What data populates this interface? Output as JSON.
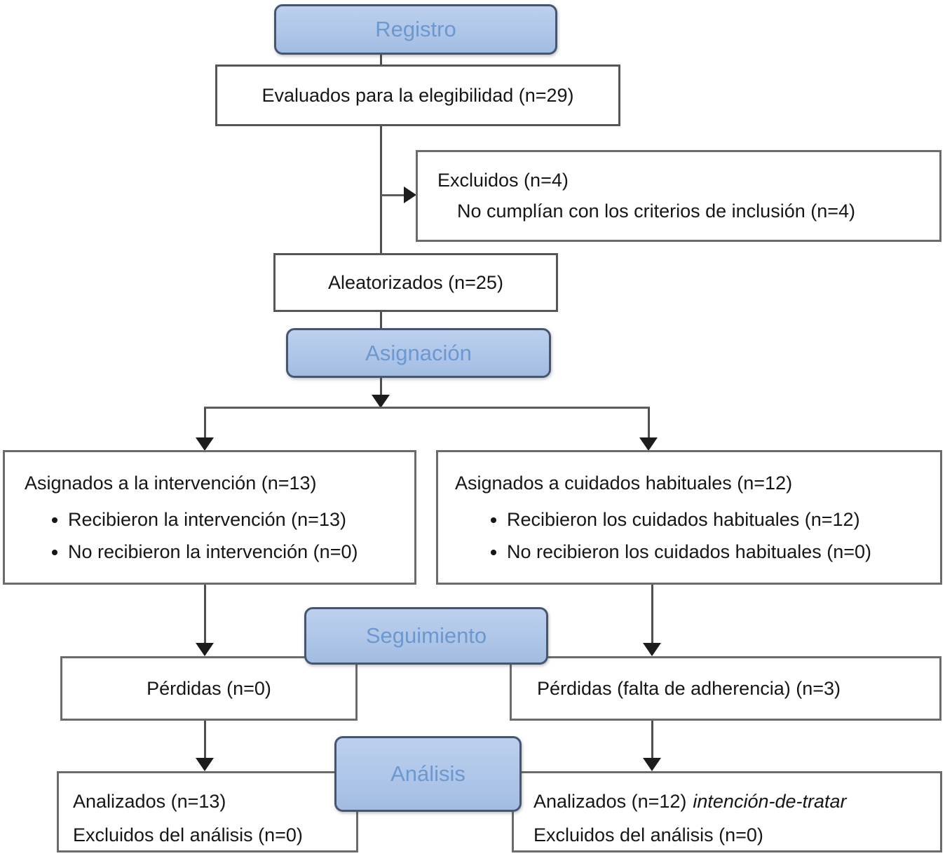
{
  "diagram": {
    "stages": {
      "registro": "Registro",
      "asignacion": "Asignación",
      "seguimiento": "Seguimiento",
      "analisis": "Análisis"
    },
    "boxes": {
      "evaluados": {
        "text": "Evaluados para la elegibilidad (n=29)"
      },
      "excluidos": {
        "line1": "Excluidos (n=4)",
        "line2": "No cumplían con los criterios de inclusión (n=4)"
      },
      "aleatorizados": {
        "text": "Aleatorizados (n=25)"
      },
      "intervencion": {
        "title": "Asignados a la intervención (n=13)",
        "bullets": [
          "Recibieron la intervención (n=13)",
          "No recibieron la intervención (n=0)"
        ]
      },
      "habituales": {
        "title": "Asignados a cuidados habituales (n=12)",
        "bullets": [
          "Recibieron los cuidados habituales (n=12)",
          "No recibieron los cuidados habituales (n=0)"
        ]
      },
      "perdidas_izquierda": {
        "text": "Pérdidas (n=0)"
      },
      "perdidas_derecha": {
        "text": "Pérdidas (falta de adherencia) (n=3)"
      },
      "analizados_izquierda": {
        "line1": "Analizados (n=13)",
        "line2": "Excluidos del análisis (n=0)"
      },
      "analizados_derecha": {
        "line1": "Analizados (n=12)",
        "line1_italic": "intención-de-tratar",
        "line2": "Excluidos del análisis (n=0)"
      }
    },
    "colors": {
      "stage_fill": "#aec6e8",
      "stage_border": "#45566e",
      "stage_text": "#6d98cf",
      "box_border": "#6b6b6b",
      "connector": "#4f4f4f",
      "arrowhead": "#1c1c1c",
      "text": "#161616",
      "background": "#ffffff"
    }
  }
}
